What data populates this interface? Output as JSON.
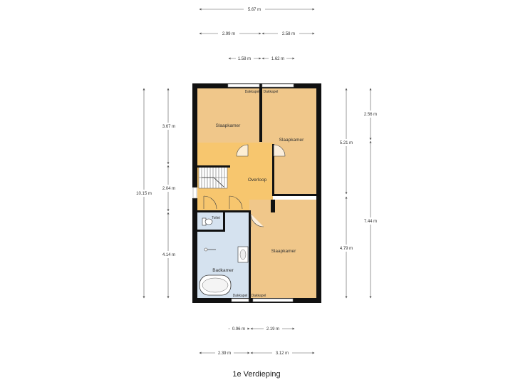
{
  "floor_title": "1e Verdieping",
  "rooms": {
    "slaapkamer_1": "Slaapkamer",
    "slaapkamer_2": "Slaapkamer",
    "slaapkamer_3": "Slaapkamer",
    "overloop": "Overloop",
    "toilet": "Toilet",
    "badkamer": "Badkamer"
  },
  "windows": {
    "top_left": "Dakkapel",
    "top_right": "Dakkapel",
    "bottom_left": "Dakkapel",
    "bottom_right": "Dakkapel"
  },
  "dimensions": {
    "top_total": "5.67 m",
    "top_left": "2.99 m",
    "top_right": "2.58 m",
    "top_inner_left": "1.58 m",
    "top_inner_right": "1.62 m",
    "left_total": "10.15 m",
    "left_top": "3.67 m",
    "left_mid": "2.04 m",
    "left_bottom": "4.14 m",
    "right_outer_top": "2.56 m",
    "right_outer_bottom": "7.44 m",
    "right_inner_top": "5.21 m",
    "right_inner_bottom": "4.79 m",
    "bottom_inner_left": "0.96 m",
    "bottom_inner_right": "2.19 m",
    "bottom_left": "2.39 m",
    "bottom_right": "3.12 m"
  },
  "colors": {
    "bedroom": "#f0c78a",
    "landing": "#f7c66e",
    "bathroom": "#d5e2ef",
    "wall": "#111111",
    "dimension_line": "#555555"
  }
}
